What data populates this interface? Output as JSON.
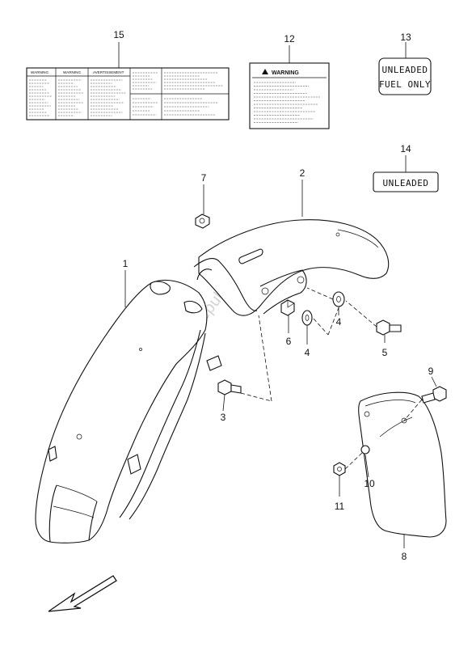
{
  "callouts": {
    "p1": "1",
    "p2": "2",
    "p3": "3",
    "p4a": "4",
    "p4b": "4",
    "p5": "5",
    "p6": "6",
    "p7": "7",
    "p8": "8",
    "p9": "9",
    "p10": "10",
    "p11": "11",
    "p12": "12",
    "p13": "13",
    "p14": "14",
    "p15": "15"
  },
  "labels": {
    "warning_label_title": "WARNING",
    "label15_col1": "WARNING",
    "label15_col2": "WARNING",
    "label15_col3": "AVERTISSEMENT",
    "fuel_label_line1": "UNLEADED",
    "fuel_label_line2": "FUEL ONLY",
    "unleaded_label": "UNLEADED"
  },
  "watermark": "PartsRepublik",
  "icons": {
    "direction_arrow": "front-direction-arrow-icon",
    "warning_triangle": "warning-triangle-icon"
  }
}
